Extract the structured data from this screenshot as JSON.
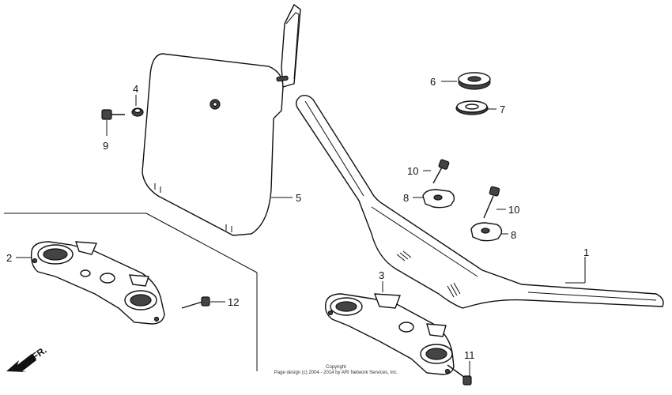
{
  "callouts": {
    "c1": "1",
    "c2": "2",
    "c3": "3",
    "c4": "4",
    "c5": "5",
    "c6": "6",
    "c7": "7",
    "c8a": "8",
    "c8b": "8",
    "c9": "9",
    "c10a": "10",
    "c10b": "10",
    "c11": "11",
    "c12": "12"
  },
  "direction_label": "FR.",
  "copyright": {
    "line1": "Copyright",
    "line2": "Page design (c) 2004 - 2014 by ARI Network Services, Inc."
  },
  "icons": [
    "front-direction-arrow-icon"
  ]
}
